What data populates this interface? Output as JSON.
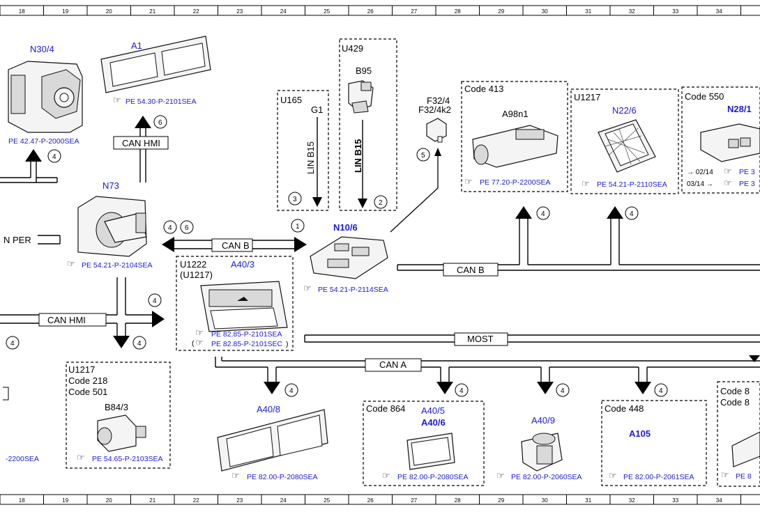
{
  "ruler": {
    "columns": [
      "18",
      "19",
      "20",
      "21",
      "22",
      "23",
      "24",
      "25",
      "26",
      "27",
      "28",
      "29",
      "30",
      "31",
      "32",
      "33",
      "34"
    ]
  },
  "components": {
    "n30_4": {
      "id": "N30/4",
      "ref": "PE 42.47-P-2000SEA"
    },
    "a1": {
      "id": "A1",
      "ref": "PE 54.30-P-2101SEA"
    },
    "n73": {
      "id": "N73",
      "ref": "PE 54.21-P-2104SEA"
    },
    "u165": {
      "box_label": "U165",
      "id": "G1",
      "bus": "LIN B15"
    },
    "u429": {
      "box_label": "U429",
      "id": "B95",
      "bus": "LIN B15"
    },
    "f32": {
      "id_1": "F32/4",
      "id_2": "F32/4k2"
    },
    "n10_6": {
      "id": "N10/6",
      "ref": "PE 54.21-P-2114SEA"
    },
    "code413": {
      "box_label": "Code 413",
      "id": "A98n1",
      "ref": "PE 77.20-P-2200SEA"
    },
    "u1217_n22": {
      "box_label": "U1217",
      "id": "N22/6",
      "ref": "PE 54.21-P-2110SEA"
    },
    "code550": {
      "box_label": "Code 550",
      "id": "N28/1",
      "line1": "→ 02/14",
      "line2": "03/14 →",
      "ref1": "PE 3",
      "ref2": "PE 3"
    },
    "a40_3": {
      "box_label_1": "U1222",
      "box_label_2": "(U1217)",
      "id": "A40/3",
      "ref1": "PE 82.85-P-2101SEA",
      "ref2_prefix": "(",
      "ref2": "PE 82.85-P-2101SEC",
      "ref2_suffix": ")"
    },
    "u1217_b84": {
      "box_label": "U1217",
      "code1": "Code 218",
      "code2": "Code 501",
      "id": "B84/3",
      "ref": "PE 54.65-P-2103SEA"
    },
    "a40_8": {
      "id": "A40/8",
      "ref": "PE 82.00-P-2080SEA"
    },
    "code864": {
      "box_label": "Code 864",
      "id_1": "A40/5",
      "id_2": "A40/6",
      "ref": "PE 82.00-P-2080SEA"
    },
    "a40_9": {
      "id": "A40/9",
      "ref": "PE 82.00-P-2060SEA"
    },
    "code448": {
      "box_label": "Code 448",
      "id": "A105",
      "ref": "PE 82.00-P-2061SEA"
    },
    "code81x": {
      "line1": "Code 8",
      "line2": "Code 8",
      "ref": "PE 8"
    },
    "left_ref": {
      "ref": "-2200SEA"
    }
  },
  "buses": {
    "can_hmi_top": "CAN HMI",
    "can_per": "N PER",
    "can_b_left": "CAN B",
    "can_b_right": "CAN B",
    "can_hmi_left": "CAN HMI",
    "most": "MOST",
    "can_a": "CAN A"
  },
  "callouts": [
    "4",
    "6",
    "3",
    "2",
    "5",
    "4",
    "4",
    "4",
    "6",
    "1",
    "4",
    "4",
    "4",
    "4",
    "4",
    "4",
    "4"
  ]
}
